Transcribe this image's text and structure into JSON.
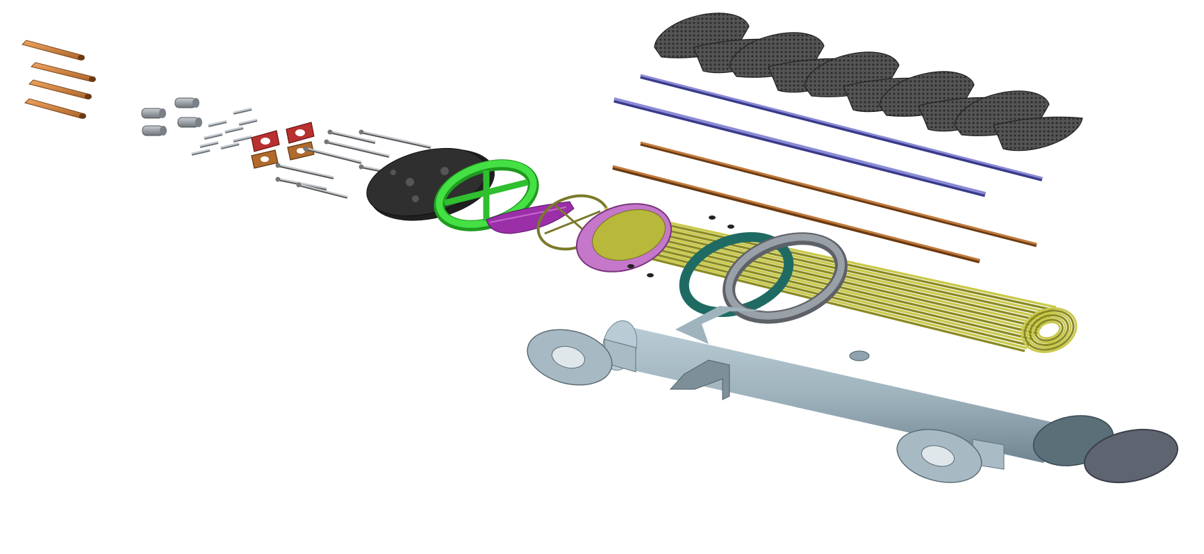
{
  "diagram": {
    "kind": "exploded view of a U-tube shell-and-tube heat exchanger",
    "colors": {
      "background": "#ffffff",
      "copper_pipes": "#d9873f",
      "baffle_plates": "#4a4a4a",
      "tie_rods": "#7f7fcf",
      "spacer_rods": "#b4713a",
      "tube_bundle": "#b8b83a",
      "shell": "#9fb3bd",
      "shell_end_cap": "#5e6470",
      "channel_cover": "#2f2f2f",
      "channel_ring": "#3fd23f",
      "pass_partition": "#9b2fa8",
      "tubesheet": "#d28ad6",
      "gasket_dark": "#1f6b63",
      "flange_ring": "#7d7f85",
      "bolts": "#9aa0a8",
      "nozzle_blocks_red": "#b8302f",
      "nozzle_blocks_brown": "#b06a2c"
    },
    "icons": [
      "copper-pipe",
      "baffle",
      "tie-rod",
      "spacer-rod",
      "tube-bundle",
      "shell",
      "flange",
      "bolt",
      "nut",
      "gasket",
      "tubesheet",
      "channel",
      "channel-cover",
      "end-cap"
    ]
  }
}
